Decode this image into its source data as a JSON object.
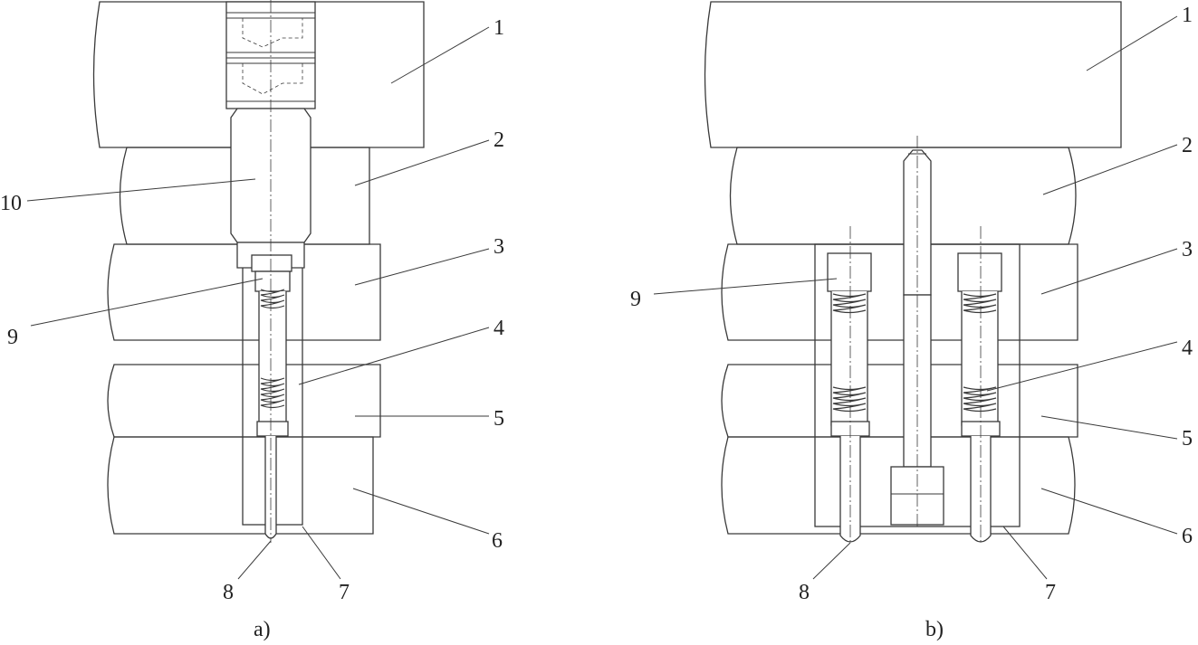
{
  "figure_a": {
    "caption": "a)",
    "labels": [
      "1",
      "2",
      "10",
      "3",
      "9",
      "4",
      "5",
      "6",
      "8",
      "7"
    ]
  },
  "figure_b": {
    "caption": "b)",
    "labels": [
      "1",
      "2",
      "3",
      "9",
      "4",
      "5",
      "6",
      "8",
      "7"
    ]
  }
}
